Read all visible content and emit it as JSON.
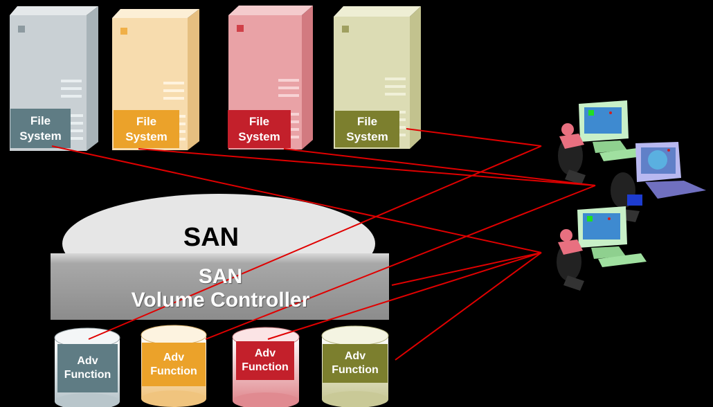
{
  "san": {
    "cloud_label": "SAN",
    "controller_line1": "SAN",
    "controller_line2": "Volume Controller"
  },
  "servers": [
    {
      "label_line1": "File",
      "label_line2": "System",
      "body": "#c9d0d4",
      "side": "#a8b3b8",
      "label_bg": "#5f7c84",
      "led": "#8d9aa0"
    },
    {
      "label_line1": "File",
      "label_line2": "System",
      "body": "#f7dcae",
      "side": "#e6bf80",
      "label_bg": "#eba22a",
      "led": "#f0b048"
    },
    {
      "label_line1": "File",
      "label_line2": "System",
      "body": "#e9a2a6",
      "side": "#d27a80",
      "label_bg": "#c3202b",
      "led": "#d04048"
    },
    {
      "label_line1": "File",
      "label_line2": "System",
      "body": "#dcdcb4",
      "side": "#c2c28e",
      "label_bg": "#7c7f2e",
      "led": "#a0a060"
    }
  ],
  "disks": [
    {
      "label_line1": "Adv",
      "label_line2": "Function",
      "label_bg": "#5f7c84"
    },
    {
      "label_line1": "Adv",
      "label_line2": "Function",
      "label_bg": "#eba22a"
    },
    {
      "label_line1": "Adv",
      "label_line2": "Function",
      "label_bg": "#c3202b"
    },
    {
      "label_line1": "Adv",
      "label_line2": "Function",
      "label_bg": "#7c7f2e"
    }
  ],
  "colors": {
    "connector": "#e00000",
    "controller": "#999999",
    "cloud": "#e6e6e6"
  },
  "icons": [
    "server-icon",
    "disk-icon",
    "user-workstation-icon"
  ]
}
